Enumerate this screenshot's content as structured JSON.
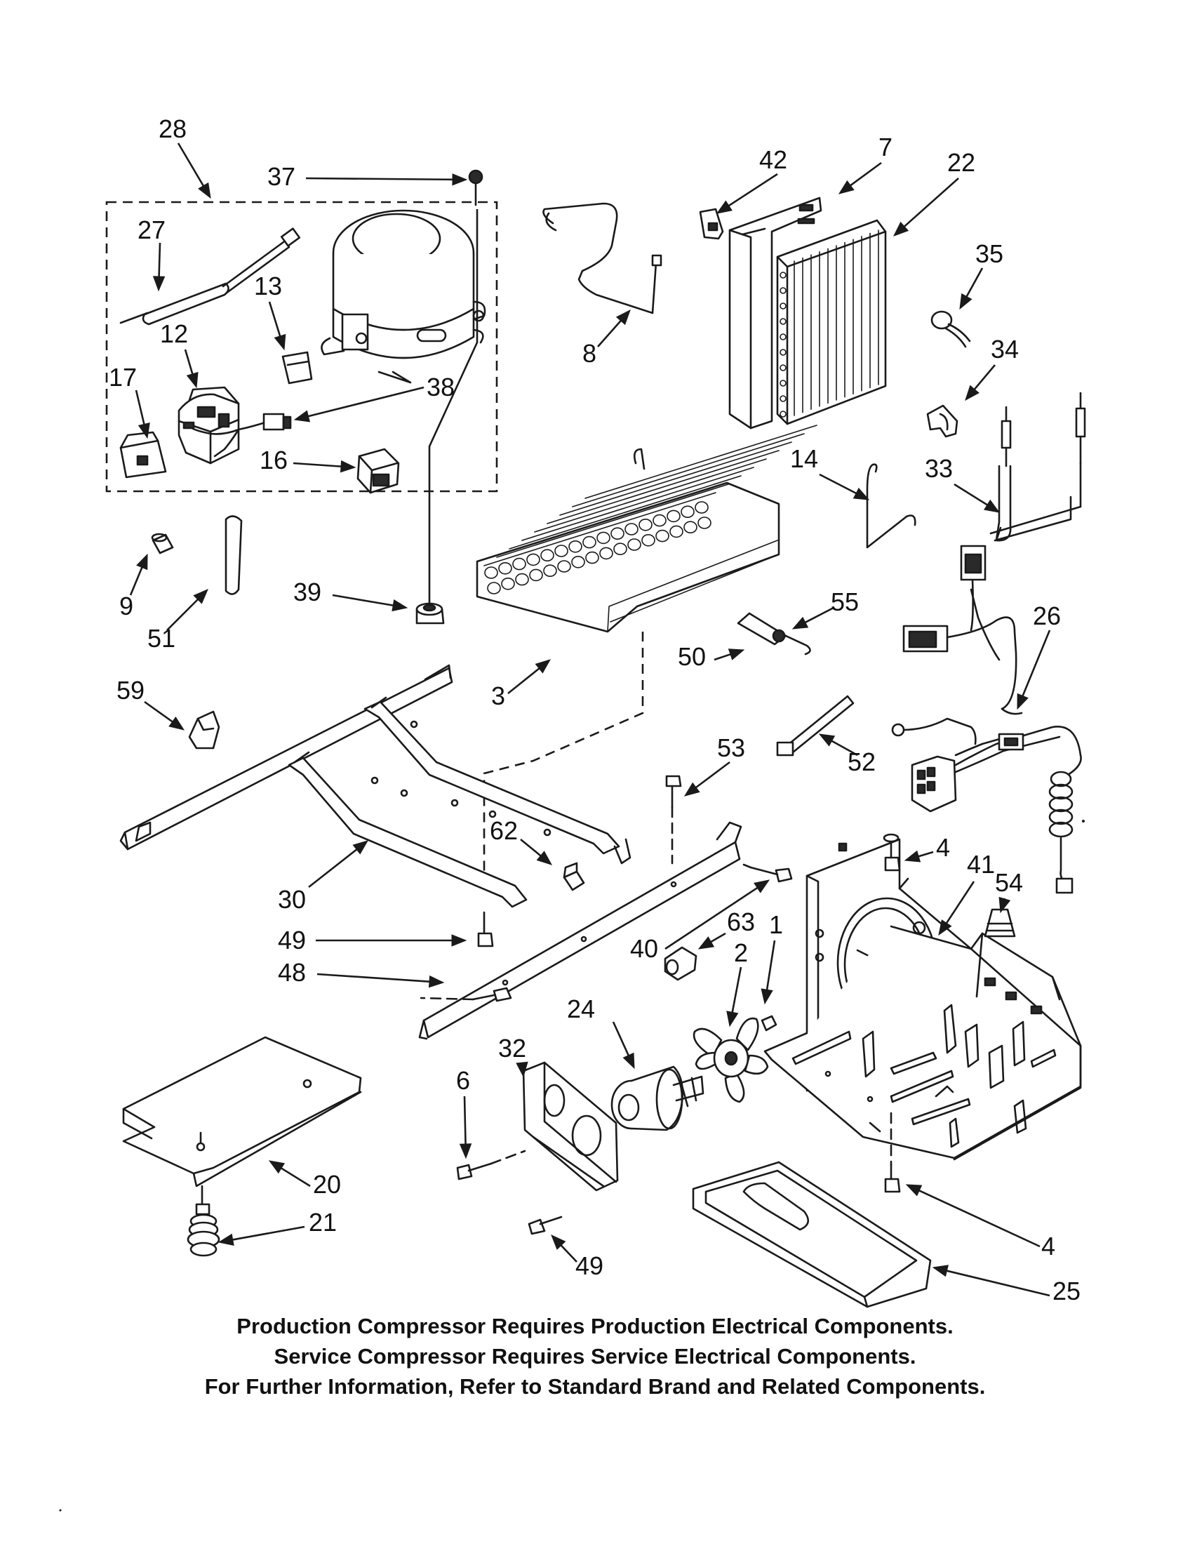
{
  "callouts": [
    {
      "id": "28",
      "text": "28"
    },
    {
      "id": "37",
      "text": "37"
    },
    {
      "id": "27",
      "text": "27"
    },
    {
      "id": "13",
      "text": "13"
    },
    {
      "id": "12",
      "text": "12"
    },
    {
      "id": "17",
      "text": "17"
    },
    {
      "id": "38",
      "text": "38"
    },
    {
      "id": "16",
      "text": "16"
    },
    {
      "id": "42",
      "text": "42"
    },
    {
      "id": "7",
      "text": "7"
    },
    {
      "id": "22",
      "text": "22"
    },
    {
      "id": "8",
      "text": "8"
    },
    {
      "id": "35",
      "text": "35"
    },
    {
      "id": "34",
      "text": "34"
    },
    {
      "id": "14",
      "text": "14"
    },
    {
      "id": "33",
      "text": "33"
    },
    {
      "id": "9",
      "text": "9"
    },
    {
      "id": "51",
      "text": "51"
    },
    {
      "id": "39",
      "text": "39"
    },
    {
      "id": "3",
      "text": "3"
    },
    {
      "id": "55",
      "text": "55"
    },
    {
      "id": "50",
      "text": "50"
    },
    {
      "id": "26",
      "text": "26"
    },
    {
      "id": "59",
      "text": "59"
    },
    {
      "id": "53",
      "text": "53"
    },
    {
      "id": "52",
      "text": "52"
    },
    {
      "id": "62",
      "text": "62"
    },
    {
      "id": "30",
      "text": "30"
    },
    {
      "id": "4a",
      "text": "4"
    },
    {
      "id": "41",
      "text": "41"
    },
    {
      "id": "54",
      "text": "54"
    },
    {
      "id": "49a",
      "text": "49"
    },
    {
      "id": "63",
      "text": "63"
    },
    {
      "id": "1",
      "text": "1"
    },
    {
      "id": "40",
      "text": "40"
    },
    {
      "id": "2",
      "text": "2"
    },
    {
      "id": "48",
      "text": "48"
    },
    {
      "id": "24",
      "text": "24"
    },
    {
      "id": "32",
      "text": "32"
    },
    {
      "id": "6",
      "text": "6"
    },
    {
      "id": "20",
      "text": "20"
    },
    {
      "id": "21",
      "text": "21"
    },
    {
      "id": "4b",
      "text": "4"
    },
    {
      "id": "49b",
      "text": "49"
    },
    {
      "id": "25",
      "text": "25"
    }
  ],
  "notes": [
    "Production Compressor Requires Production Electrical Components.",
    "Service Compressor Requires Service Electrical Components.",
    "For Further Information, Refer to Standard Brand and Related Components."
  ]
}
